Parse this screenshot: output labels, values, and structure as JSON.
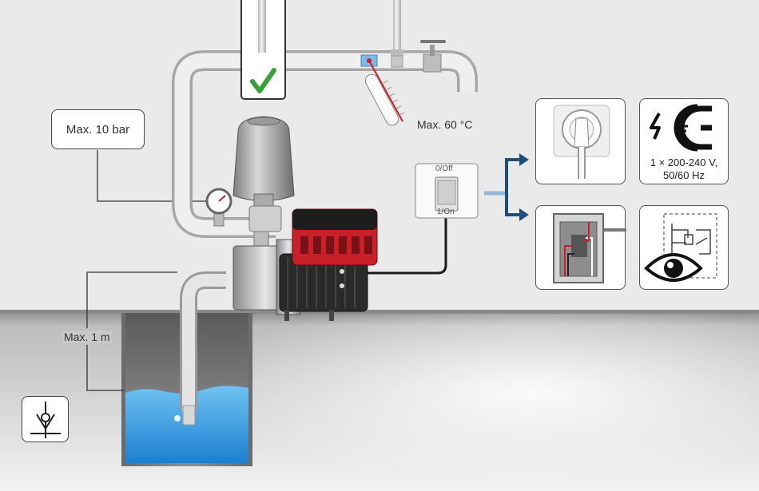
{
  "labels": {
    "max_pressure": "Max. 10 bar",
    "max_temperature": "Max. 60 °C",
    "max_suction_height": "Max. 1 m"
  },
  "switch": {
    "off_label": "0/Off",
    "on_label": "1/On"
  },
  "electrical": {
    "supply_line1": "1 × 200-240 V,",
    "supply_line2": "50/60 Hz"
  },
  "colors": {
    "accent_arrow": "#1f4e79",
    "water": "#2a9be0",
    "pump_red": "#c8202a",
    "check_green": "#3aa03a",
    "pipe": "#d6d6d6"
  },
  "icons": [
    "check-icon",
    "thermometer-icon",
    "pressure-gauge-icon",
    "tap-icon",
    "power-plug-icon",
    "ce-earth-icon",
    "distribution-board-icon",
    "wiring-diagram-eye-icon",
    "foot-valve-icon"
  ]
}
